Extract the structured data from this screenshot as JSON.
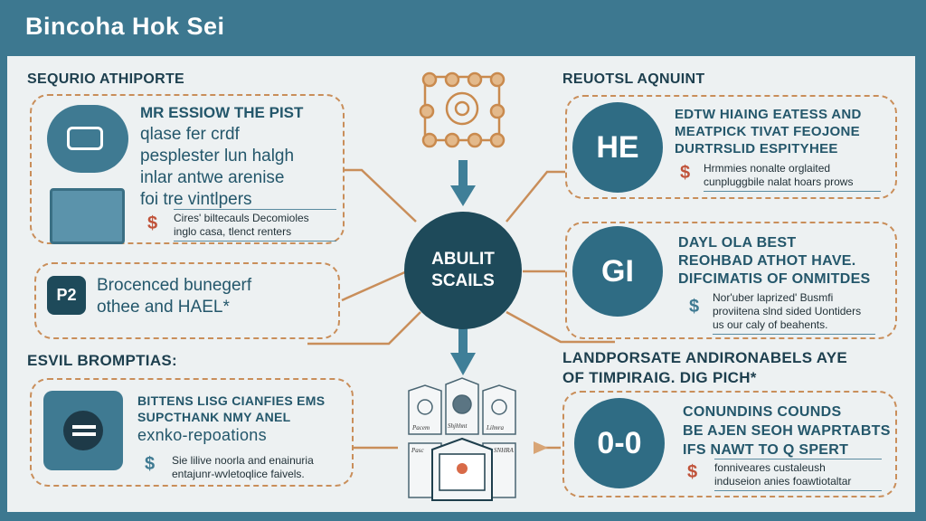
{
  "title": "Bincoha Hok Sei",
  "left": {
    "heading1": "SEQURIO ATHIPORTE",
    "card1": {
      "lines": [
        "MR ESSIOW THE PIST",
        "qlase fer crdf",
        "pesplester lun halgh",
        "inlar antwe arenise",
        "foi tre vintlpers"
      ],
      "note": [
        "Cires' biltecauls Decomioles",
        "inglo casa, tlenct renters"
      ]
    },
    "card2": {
      "badge": "P2",
      "lines": [
        "Brocenced bunegerf",
        "othee and HAEL*"
      ]
    },
    "heading2": "ESVIL BROMPTIAS:",
    "card3": {
      "lines": [
        "BITTENS LISG CIANFIES EMS",
        "SUPCTHANK NMY ANEL",
        "exnko-repoations"
      ],
      "note": [
        "Sie lilive noorla and enainuria",
        "entajunr-wvletoqlice faivels."
      ]
    }
  },
  "center": {
    "label": [
      "ABULIT",
      "SCAILS"
    ],
    "docs": [
      "Pacem",
      "Shjhhnt",
      "Lilmra",
      "Pasc",
      "SNHRA"
    ]
  },
  "right": {
    "heading1": "REUOTSL AQNUINT",
    "card1": {
      "icon": "HE",
      "lines": [
        "EDTW HIAING EATESS AND",
        "MEATPICK TIVAT FEOJONE",
        "DURTRSLID ESPITYHEE"
      ],
      "note": [
        "Hrmmies nonalte orglaited",
        "cunpluggbile nalat hoars prows"
      ]
    },
    "card2": {
      "icon": "GI",
      "lines": [
        "DAYL OLA BEST",
        "REOHBAD ATHOT HAVE.",
        "DIFCIMATIS OF ONMITDES"
      ],
      "note": [
        "Nor'uber laprized' Busmfi",
        "proviitena slnd sided Uontiders",
        "us our caly of beahents."
      ]
    },
    "heading2": [
      "LANDPORSATE ANDIRONABELS AYE",
      "OF TIMPIRAIG. DIG PICH*"
    ],
    "card3": {
      "icon": "0-0",
      "lines": [
        "CONUNDINS COUNDS",
        "BE AJEN SEOH WAPRTABTS",
        "IFS NAWT TO Q SPERT"
      ],
      "note": [
        "fonniveares custaleush",
        "induseion anies foawtiotaltar"
      ]
    }
  },
  "colors": {
    "frame": "#3d7890",
    "accent": "#c98e5a",
    "circle": "#2f6c84",
    "center": "#1e4a5a"
  }
}
